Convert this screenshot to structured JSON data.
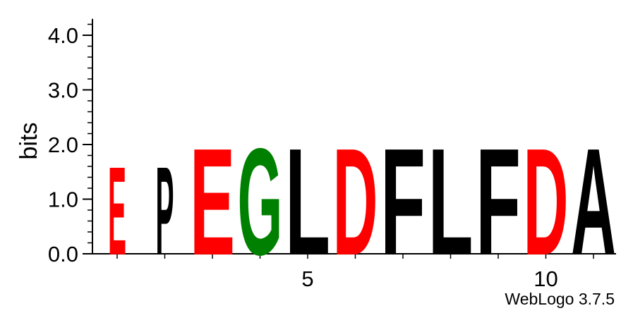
{
  "chart_data": {
    "type": "sequence-logo",
    "ylabel": "bits",
    "ylim": [
      0,
      4.3
    ],
    "y_ticks": [
      "0.0",
      "1.0",
      "2.0",
      "3.0",
      "4.0"
    ],
    "x_ticks": [
      {
        "position": 5,
        "label": "5"
      },
      {
        "position": 10,
        "label": "10"
      }
    ],
    "positions": [
      {
        "pos": 1,
        "letter": "E",
        "bits": 1.65,
        "color": "#ff0000"
      },
      {
        "pos": 2,
        "letter": "P",
        "bits": 1.65,
        "color": "#000000"
      },
      {
        "pos": 3,
        "letter": "E",
        "bits": 2.0,
        "color": "#ff0000"
      },
      {
        "pos": 4,
        "letter": "G",
        "bits": 2.0,
        "color": "#008000"
      },
      {
        "pos": 5,
        "letter": "L",
        "bits": 2.0,
        "color": "#000000"
      },
      {
        "pos": 6,
        "letter": "D",
        "bits": 2.0,
        "color": "#ff0000"
      },
      {
        "pos": 7,
        "letter": "F",
        "bits": 2.0,
        "color": "#000000"
      },
      {
        "pos": 8,
        "letter": "L",
        "bits": 2.0,
        "color": "#000000"
      },
      {
        "pos": 9,
        "letter": "F",
        "bits": 2.0,
        "color": "#000000"
      },
      {
        "pos": 10,
        "letter": "D",
        "bits": 2.0,
        "color": "#ff0000"
      },
      {
        "pos": 11,
        "letter": "A",
        "bits": 2.0,
        "color": "#000000"
      }
    ]
  },
  "credit": "WebLogo 3.7.5"
}
